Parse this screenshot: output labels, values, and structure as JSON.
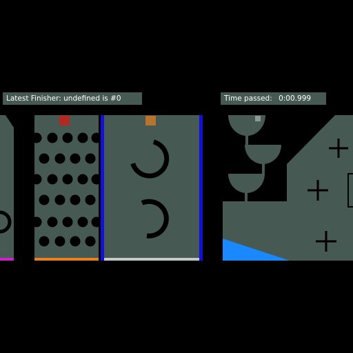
{
  "hud": {
    "finisher_label": "Latest Finisher:",
    "finisher_value": "undefined is #0",
    "time_label": "Time passed:",
    "time_value": "0:00.999"
  },
  "colors": {
    "background": "#000000",
    "panel": "#465953",
    "hud_text": "#ffffff",
    "marble_red": "#b02a22",
    "marble_orange": "#b8742f",
    "marble_gray": "#8a9a96",
    "floor_magenta": "#d020d0",
    "floor_orange": "#e8801c",
    "floor_silver": "#c8c8c8",
    "wall_blue": "#1010d8",
    "ramp_blue": "#1a88ff",
    "obstacle": "#000000"
  }
}
